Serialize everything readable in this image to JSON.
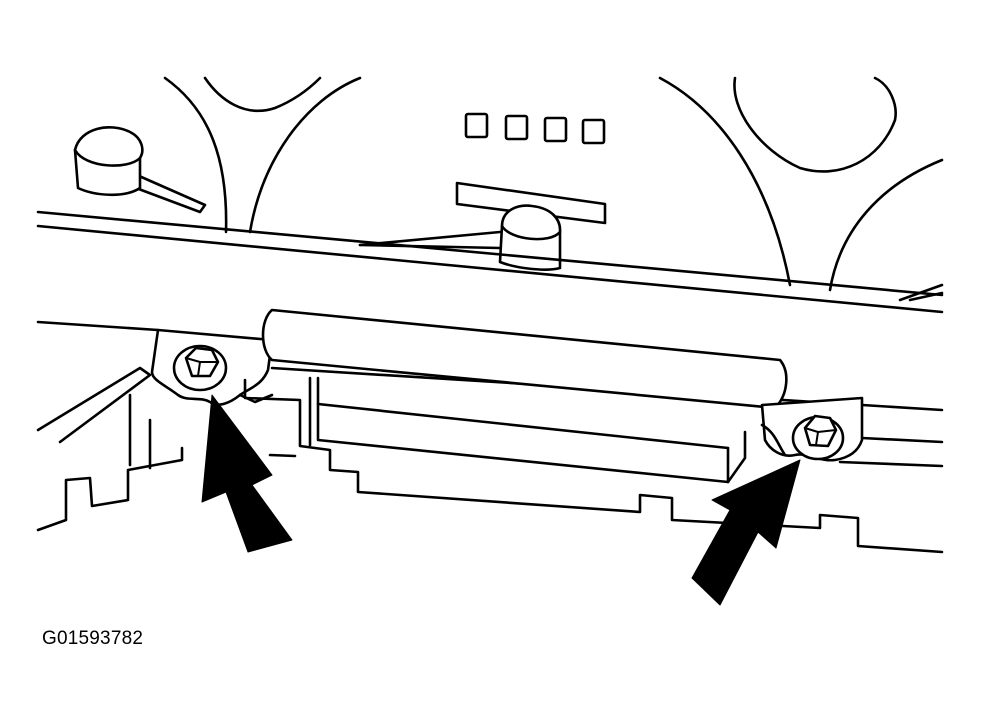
{
  "figure": {
    "id_label": "G01593782"
  },
  "colors": {
    "line": "#000000",
    "background": "#ffffff"
  },
  "callouts": [
    {
      "name": "left-bolt-arrow",
      "target": "left-mounting-bolt"
    },
    {
      "name": "right-bolt-arrow",
      "target": "right-mounting-bolt"
    }
  ]
}
